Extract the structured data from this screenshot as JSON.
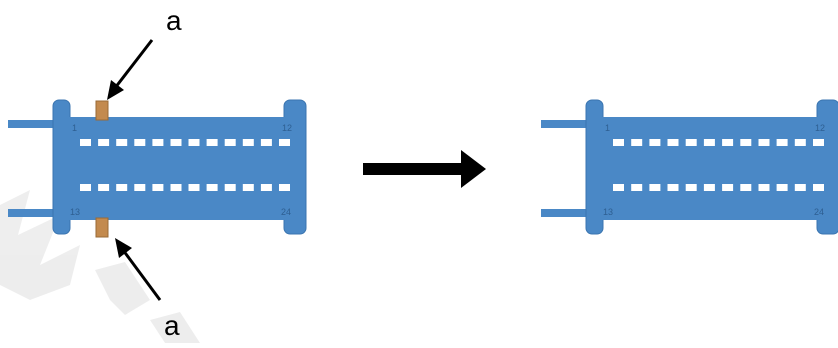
{
  "callouts": {
    "top_label": "a",
    "bottom_label": "a"
  },
  "left_connector": {
    "pin_numbers": {
      "top_left": "1",
      "top_right": "12",
      "bottom_left": "13",
      "bottom_right": "24"
    },
    "pins_per_row": 12,
    "locking_clips_shown": true
  },
  "right_connector": {
    "pin_numbers": {
      "top_left": "1",
      "top_right": "12",
      "bottom_left": "13",
      "bottom_right": "24"
    },
    "pins_per_row": 12,
    "locking_clips_shown": false
  },
  "icons": {
    "transition_arrow": "right-arrow-icon",
    "callout_arrows": "pointer-arrow-icon"
  },
  "colors": {
    "connector_body": "#4A88C6",
    "connector_outline": "#3B75B0",
    "clip": "#C38A4E",
    "arrow": "#000000",
    "pin_hole": "#ffffff",
    "watermark": "#e6e6e6"
  }
}
